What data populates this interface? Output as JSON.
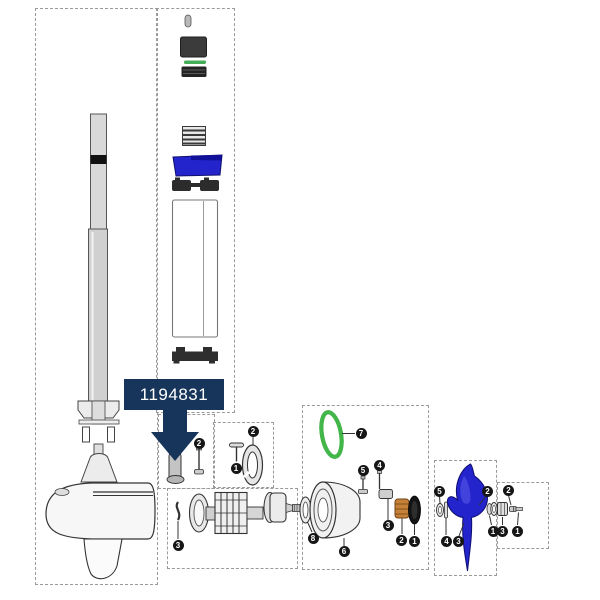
{
  "part_label": {
    "text": "1194831"
  },
  "colors": {
    "label_bg": "#17355b",
    "arrow": "#17355b",
    "highlight_blue": "#2424cc",
    "oring_green": "#43b649",
    "brass": "#c5813a",
    "seal_black": "#141414"
  },
  "callouts": {
    "brush_pin": "2",
    "clip_ring": "2",
    "clip_pin": "1",
    "armature_key": "3",
    "endcap_oring": "7",
    "endcap_pin_a": "5",
    "endcap_pin_b": "4",
    "endcap_bushing": "3",
    "endcap_washer": "8",
    "endcap_bell": "6",
    "endcap_brass": "2",
    "endcap_seal": "1",
    "prop_washer": "5",
    "prop_pin": "4",
    "prop_blade": "3",
    "prop_hub": "2",
    "nut_pin": "2",
    "nut_washer": "1",
    "nut_nut": "3",
    "nut_cotter": "1"
  }
}
